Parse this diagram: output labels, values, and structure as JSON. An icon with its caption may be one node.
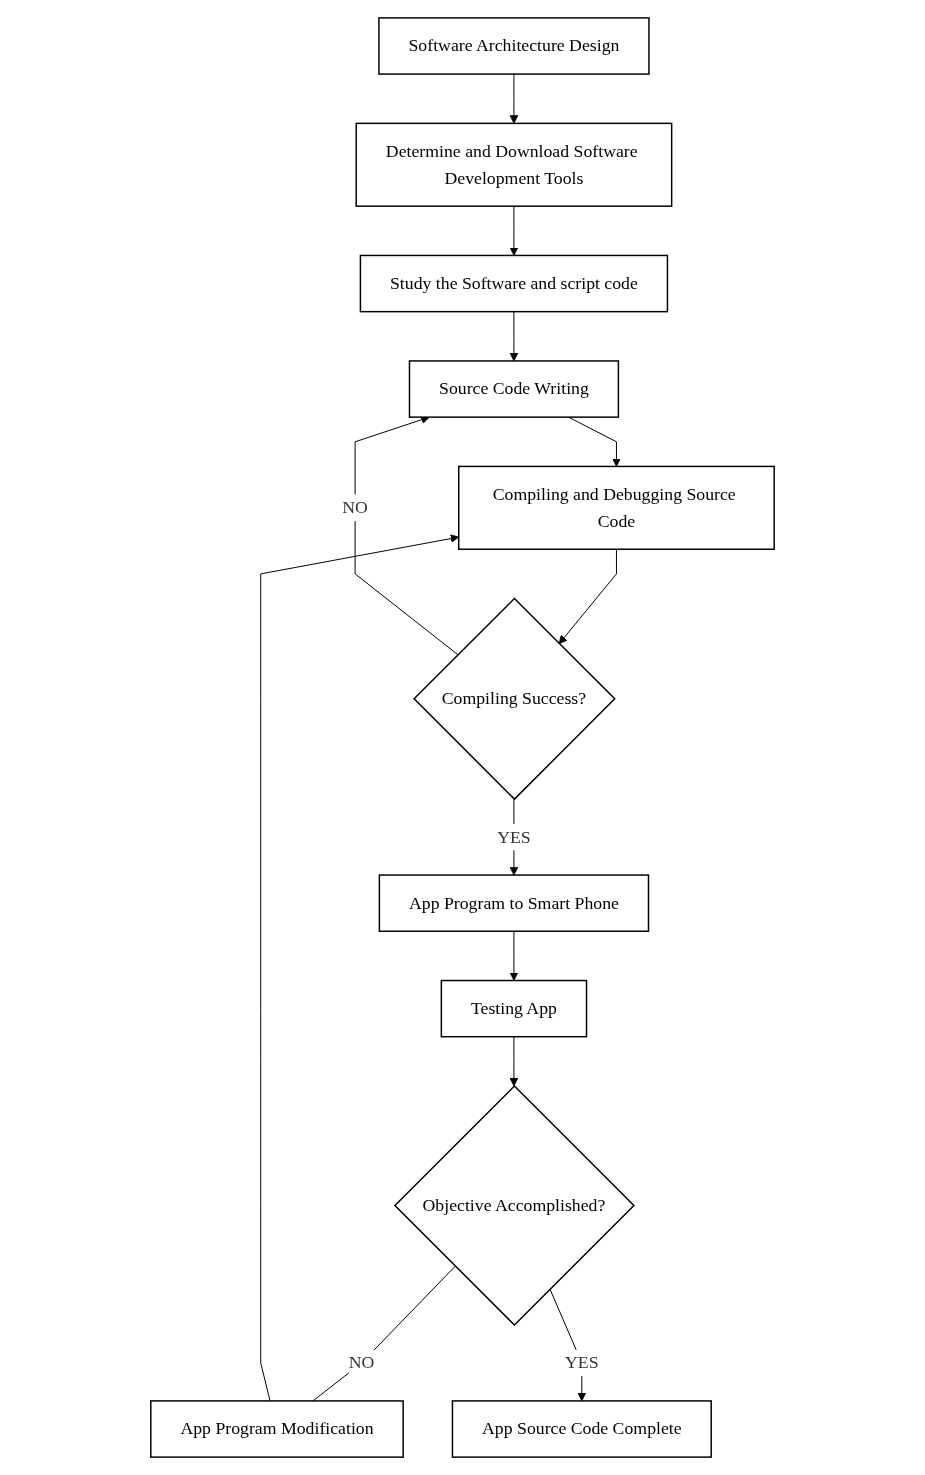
{
  "diagram": {
    "nodes": [
      {
        "text": [
          "Software Architecture Design"
        ]
      },
      {
        "text": [
          "Determine and Download Software Development Tools"
        ]
      },
      {
        "text": [
          "Study the Software and script code"
        ]
      },
      {
        "text": [
          "Source Code Writing"
        ]
      },
      {
        "text": [
          "Compiling and Debugging Source Code"
        ]
      },
      {
        "text": [
          "Compiling Success?"
        ]
      },
      {
        "text": [
          "App Program Modification"
        ]
      },
      {
        "text": [
          "App Program to Smart Phone"
        ]
      },
      {
        "text": [
          "Testing App"
        ]
      },
      {
        "text": [
          "Objective Accomplished?"
        ]
      },
      {
        "text": [
          "App Source Code Complete"
        ]
      }
    ],
    "edges": [
      {
        "from": 0,
        "to": 1,
        "arrow": "to"
      },
      {
        "from": 1,
        "to": 2,
        "arrow": "to"
      },
      {
        "from": 2,
        "to": 3,
        "arrow": "to"
      },
      {
        "from": 3,
        "to": 4,
        "arrow": "to"
      },
      {
        "from": 4,
        "to": 5,
        "arrow": "to"
      },
      {
        "from": 5,
        "to": 3,
        "label": "NO",
        "arrow": "to"
      },
      {
        "from": 5,
        "to": 7,
        "label": "YES",
        "arrow": "to"
      },
      {
        "from": 7,
        "to": 8,
        "arrow": "to"
      },
      {
        "from": 8,
        "to": 9,
        "arrow": "to"
      },
      {
        "from": 9,
        "to": 6,
        "label": "NO",
        "arrow": "none"
      },
      {
        "from": 6,
        "to": 4,
        "arrow": "to"
      },
      {
        "from": 9,
        "to": 10,
        "label": "YES",
        "arrow": "to"
      }
    ]
  }
}
